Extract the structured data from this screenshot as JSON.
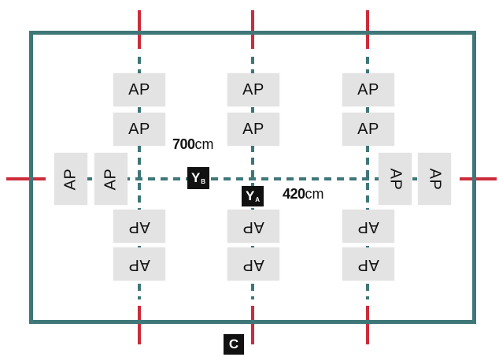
{
  "ap_label": "AP",
  "dimensions": {
    "length": {
      "value": "700",
      "unit": "cm"
    },
    "width": {
      "value": "420",
      "unit": "cm"
    }
  },
  "markers": {
    "yb": {
      "letter": "Y",
      "sub": "B"
    },
    "ya": {
      "letter": "Y",
      "sub": "A"
    },
    "c": {
      "letter": "C"
    }
  },
  "colors": {
    "wall": "#3f7779",
    "grid_line": "#3f7779",
    "tick": "#cc2c3a",
    "ap_fill": "#e3e3e3",
    "marker_fill": "#111111"
  }
}
